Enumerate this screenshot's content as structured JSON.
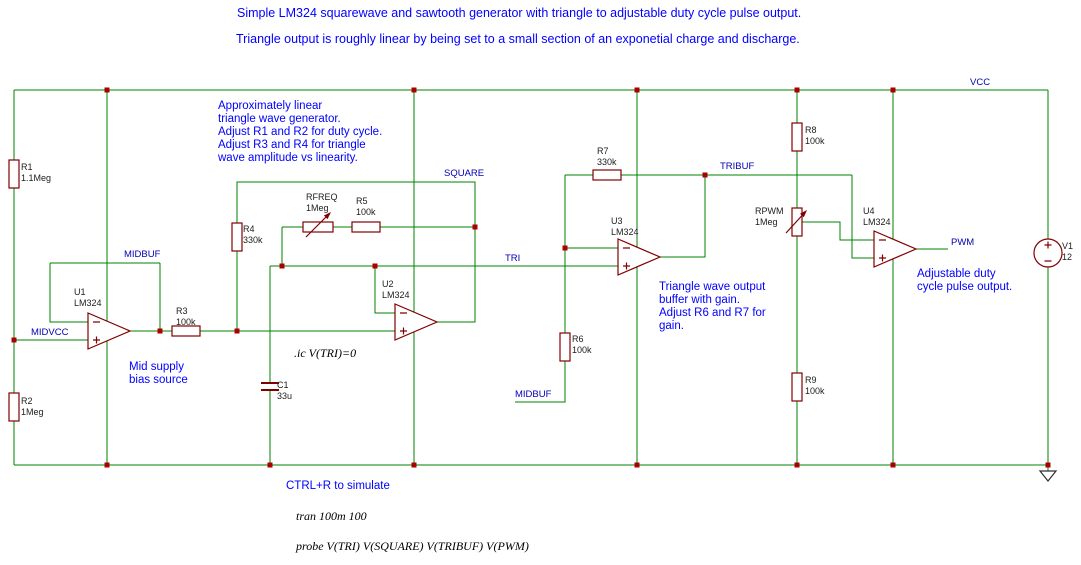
{
  "titles": {
    "line1": "Simple LM324 squarewave and sawtooth generator with triangle to adjustable duty cycle pulse output.",
    "line2": "Triangle output is roughly linear by being set to a small section of an exponetial charge and discharge."
  },
  "nets": {
    "vcc": "VCC",
    "square": "SQUARE",
    "tribuf": "TRIBUF",
    "tri": "TRI",
    "midbuf": "MIDBUF",
    "midvcc": "MIDVCC",
    "midbuf2": "MIDBUF",
    "pwm": "PWM"
  },
  "components": {
    "R1": {
      "ref": "R1",
      "value": "1.1Meg"
    },
    "R2": {
      "ref": "R2",
      "value": "1Meg"
    },
    "R3": {
      "ref": "R3",
      "value": "100k"
    },
    "R4": {
      "ref": "R4",
      "value": "330k"
    },
    "R5": {
      "ref": "R5",
      "value": "100k"
    },
    "RFREQ": {
      "ref": "RFREQ",
      "value": "1Meg"
    },
    "R6": {
      "ref": "R6",
      "value": "100k"
    },
    "R7": {
      "ref": "R7",
      "value": "330k"
    },
    "R8": {
      "ref": "R8",
      "value": "100k"
    },
    "R9": {
      "ref": "R9",
      "value": "100k"
    },
    "RPWM": {
      "ref": "RPWM",
      "value": "1Meg"
    },
    "C1": {
      "ref": "C1",
      "value": "33u"
    },
    "U1": {
      "ref": "U1",
      "value": "LM324"
    },
    "U2": {
      "ref": "U2",
      "value": "LM324"
    },
    "U3": {
      "ref": "U3",
      "value": "LM324"
    },
    "U4": {
      "ref": "U4",
      "value": "LM324"
    },
    "V1": {
      "ref": "V1",
      "value": "12"
    }
  },
  "annotations": {
    "triangle_gen": "Approximately linear\ntriangle wave generator.\nAdjust R1 and R2 for duty cycle.\nAdjust R3 and R4 for triangle\nwave amplitude vs linearity.",
    "mid_supply": "Mid supply\nbias source",
    "tri_buffer": "Triangle wave output\nbuffer with gain.\nAdjust R6 and R7 for\ngain.",
    "adj_duty": "Adjustable duty\ncycle pulse output.",
    "simulate_hint": "CTRL+R to simulate"
  },
  "directives": {
    "ic": ".ic V(TRI)=0",
    "tran": "tran 100m 100",
    "probe": "probe V(TRI) V(SQUARE) V(TRIBUF) V(PWM)"
  },
  "colors": {
    "wire": "#008000",
    "component": "#800000",
    "junction": "#aa0000",
    "net_label": "#0000b4",
    "comment": "#0000ff",
    "directive": "#000000"
  }
}
